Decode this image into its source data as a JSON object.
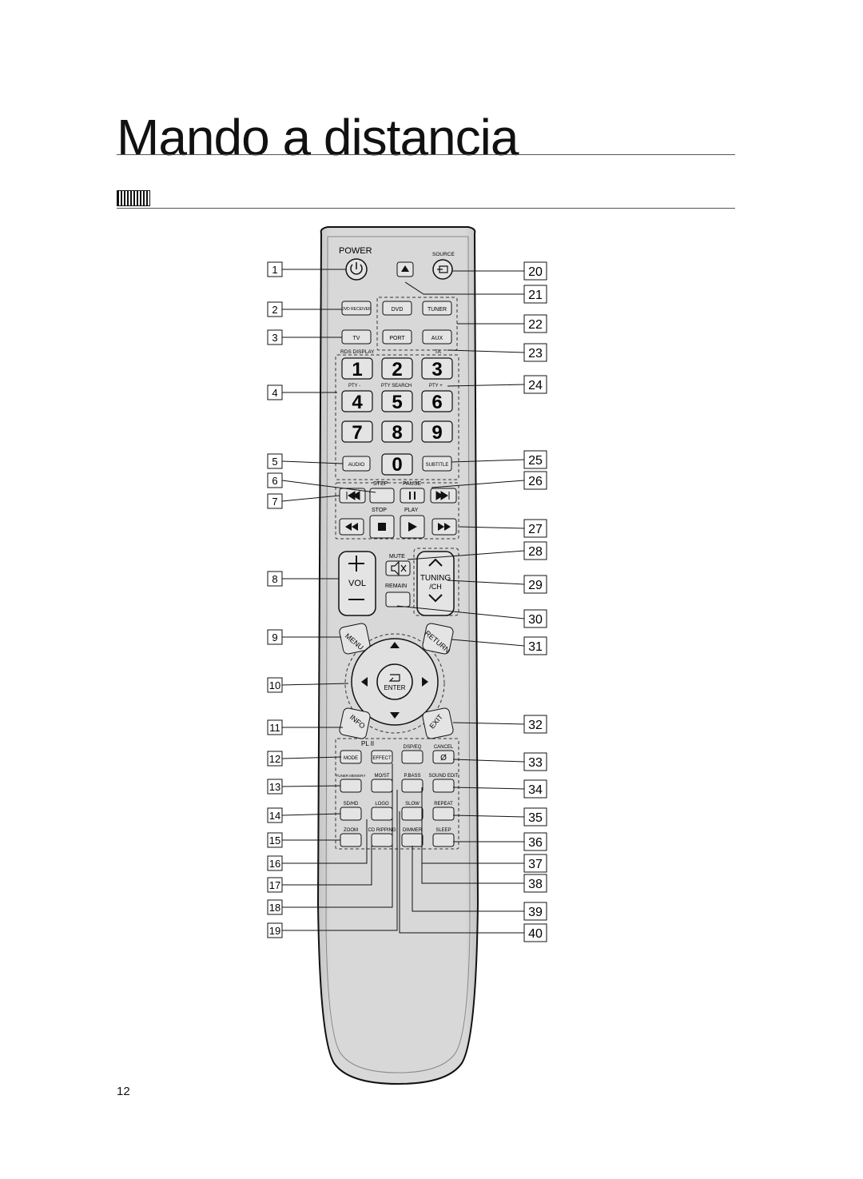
{
  "page": {
    "title": "Mando a distancia",
    "subtitle": "",
    "page_number": "12"
  },
  "remote": {
    "labels": {
      "power": "POWER",
      "source": "SOURCE",
      "dvd_receiver": "DVD RECEIVER",
      "dvd": "DVD",
      "tuner": "TUNER",
      "tv": "TV",
      "port": "PORT",
      "aux": "AUX",
      "rds_display": "RDS DISPLAY",
      "ta": "TA",
      "pty_minus": "PTY -",
      "pty_search": "PTY SEARCH",
      "pty_plus": "PTY +",
      "audio": "AUDIO",
      "subtitle": "SUBTITLE",
      "step": "STEP",
      "pause": "PAUSE",
      "stop": "STOP",
      "play": "PLAY",
      "mute": "MUTE",
      "vol": "VOL",
      "tuning": "TUNING",
      "ch": "/CH",
      "remain": "REMAIN",
      "menu": "MENU",
      "return": "RETURN",
      "enter": "ENTER",
      "info": "INFO",
      "exit": "EXIT",
      "pl2": "PL II",
      "dsp_eq": "DSP/EQ",
      "cancel": "CANCEL",
      "mode": "MODE",
      "effect": "EFFECT",
      "tuner_memory": "TUNER MEMORY",
      "mo_st": "MO/ST",
      "p_bass": "P.BASS",
      "sound_edit": "SOUND EDIT",
      "sd_hd": "SD/HD",
      "logo": "LOGO",
      "slow": "SLOW",
      "repeat": "REPEAT",
      "zoom": "ZOOM",
      "cd_ripping": "CD RIPPING",
      "dimmer": "DIMMER",
      "sleep": "SLEEP"
    },
    "digits": [
      "1",
      "2",
      "3",
      "4",
      "5",
      "6",
      "7",
      "8",
      "9",
      "0"
    ],
    "callouts_left": [
      "1",
      "2",
      "3",
      "4",
      "5",
      "6",
      "7",
      "8",
      "9",
      "10",
      "11",
      "12",
      "13",
      "14",
      "15",
      "16",
      "17",
      "18",
      "19"
    ],
    "callouts_right": [
      "20",
      "21",
      "22",
      "23",
      "24",
      "25",
      "26",
      "27",
      "28",
      "29",
      "30",
      "31",
      "32",
      "33",
      "34",
      "35",
      "36",
      "37",
      "38",
      "39",
      "40"
    ]
  },
  "colors": {
    "remote_body": "#d2d2d2",
    "button": "#e4e4e4",
    "outline": "#111111"
  }
}
